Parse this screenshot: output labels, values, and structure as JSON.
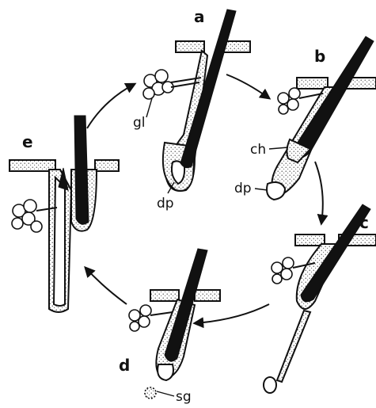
{
  "figure": {
    "panels": [
      {
        "id": "a",
        "label": "a"
      },
      {
        "id": "b",
        "label": "b"
      },
      {
        "id": "c",
        "label": "c"
      },
      {
        "id": "d",
        "label": "d"
      },
      {
        "id": "e",
        "label": "e"
      }
    ],
    "annotations": {
      "gl": "gl",
      "dp_a": "dp",
      "ch": "ch",
      "dp_b": "dp",
      "sg": "sg"
    }
  }
}
